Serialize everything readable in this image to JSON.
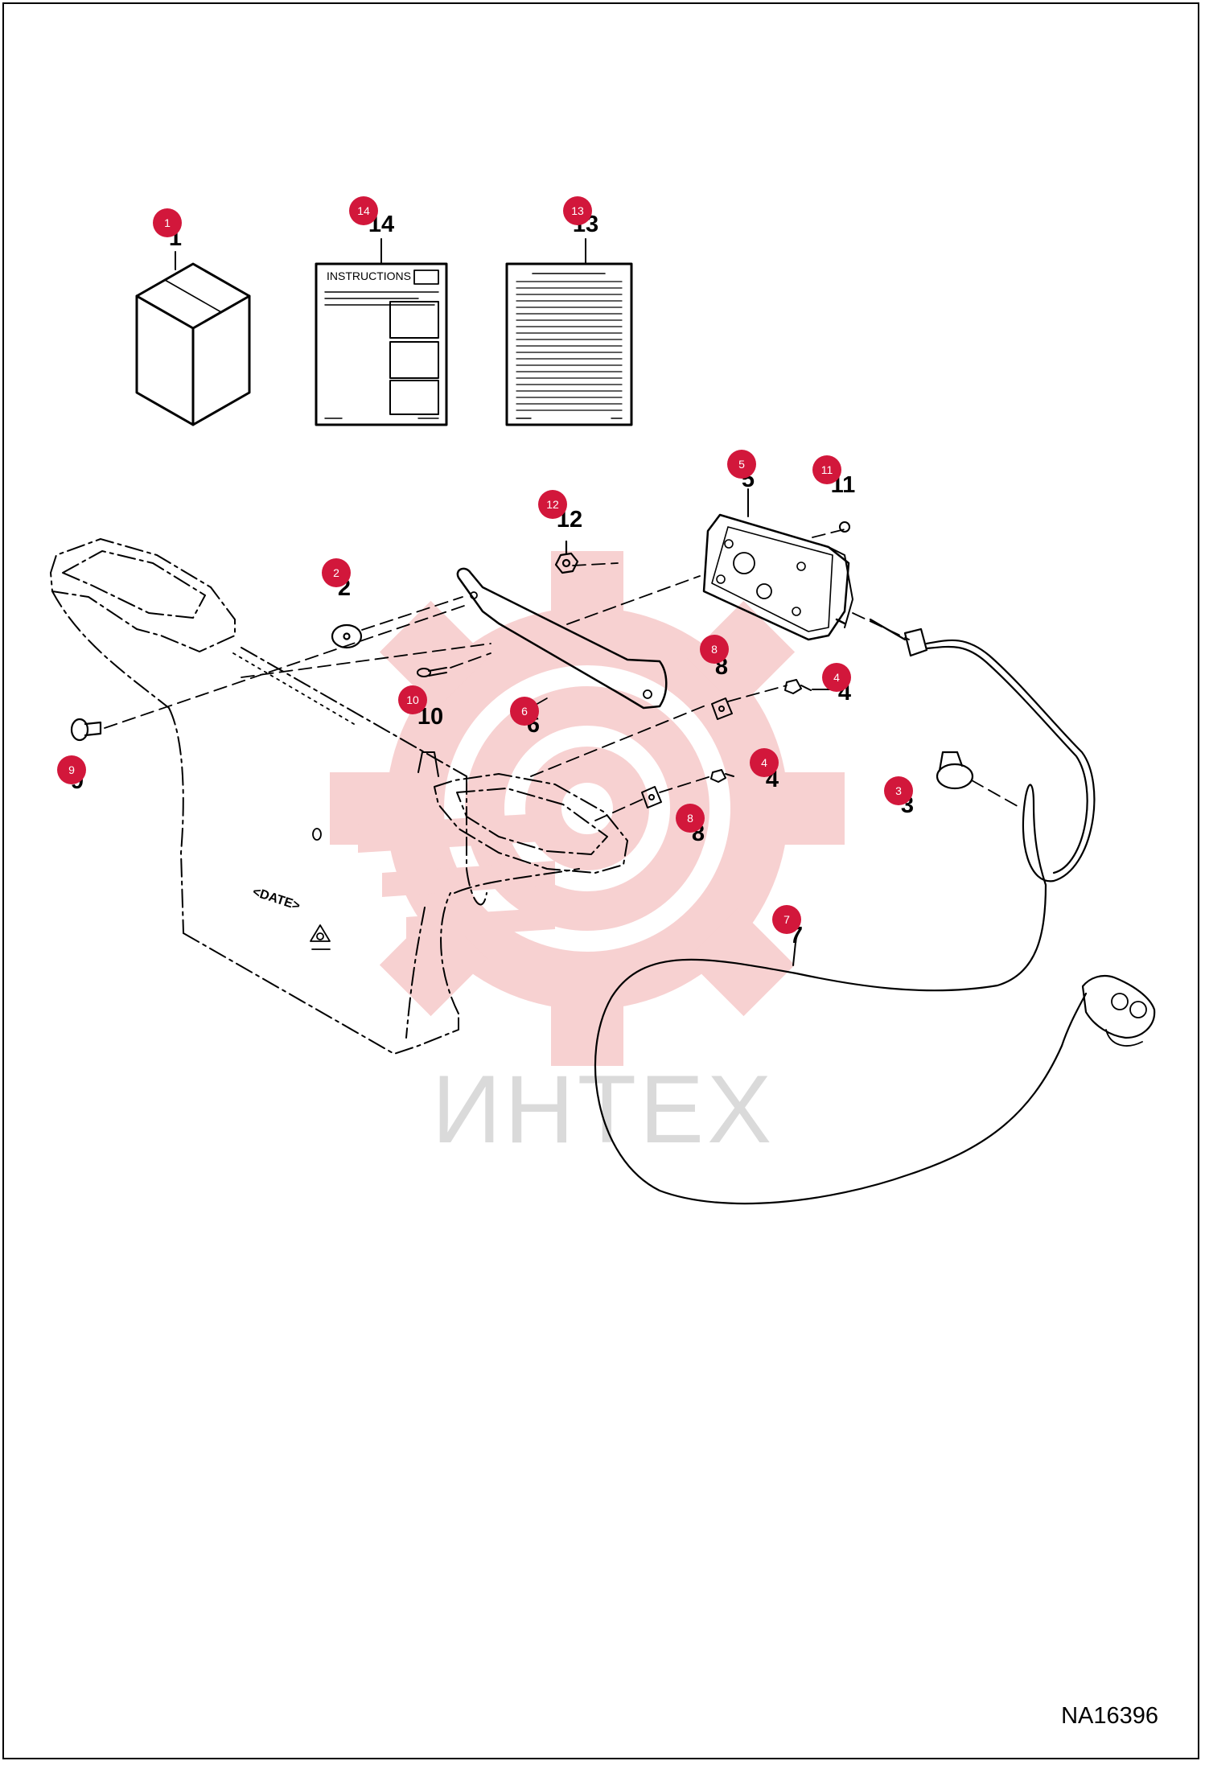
{
  "diagram": {
    "document_id": "NA16396",
    "instructions_label": "INSTRUCTIONS",
    "date_mark": "<DATE>",
    "watermark_text": "ИНТЕХ",
    "colors": {
      "callout": "#d2173b",
      "watermark": "#f6c9c9",
      "line": "#000000"
    },
    "items": [
      {
        "id": "item-1",
        "number": "1"
      },
      {
        "id": "item-14",
        "number": "14"
      },
      {
        "id": "item-13",
        "number": "13"
      },
      {
        "id": "item-5",
        "number": "5"
      },
      {
        "id": "item-11",
        "number": "11"
      },
      {
        "id": "item-12",
        "number": "12"
      },
      {
        "id": "item-2",
        "number": "2"
      },
      {
        "id": "item-8a",
        "number": "8"
      },
      {
        "id": "item-4a",
        "number": "4"
      },
      {
        "id": "item-10",
        "number": "10"
      },
      {
        "id": "item-6",
        "number": "6"
      },
      {
        "id": "item-9",
        "number": "9"
      },
      {
        "id": "item-4b",
        "number": "4"
      },
      {
        "id": "item-3",
        "number": "3"
      },
      {
        "id": "item-8b",
        "number": "8"
      },
      {
        "id": "item-7",
        "number": "7"
      }
    ]
  }
}
